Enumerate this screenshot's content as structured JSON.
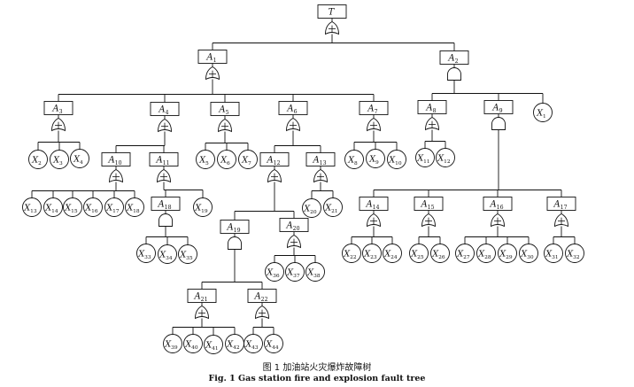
{
  "nodes": [
    {
      "id": "T",
      "shape": "event",
      "base": "T",
      "sub": "",
      "gate": "or"
    },
    {
      "id": "A1",
      "shape": "event",
      "base": "A",
      "sub": "1",
      "gate": "or"
    },
    {
      "id": "A2",
      "shape": "event",
      "base": "A",
      "sub": "2",
      "gate": "and"
    },
    {
      "id": "A3",
      "shape": "event",
      "base": "A",
      "sub": "3",
      "gate": "or"
    },
    {
      "id": "A4",
      "shape": "event",
      "base": "A",
      "sub": "4",
      "gate": "or"
    },
    {
      "id": "A5",
      "shape": "event",
      "base": "A",
      "sub": "5",
      "gate": "or"
    },
    {
      "id": "A6",
      "shape": "event",
      "base": "A",
      "sub": "6",
      "gate": "or"
    },
    {
      "id": "A7",
      "shape": "event",
      "base": "A",
      "sub": "7",
      "gate": "or"
    },
    {
      "id": "A8",
      "shape": "event",
      "base": "A",
      "sub": "8",
      "gate": "or"
    },
    {
      "id": "A9",
      "shape": "event",
      "base": "A",
      "sub": "9",
      "gate": "and"
    },
    {
      "id": "X1",
      "shape": "basic",
      "base": "X",
      "sub": "1",
      "gate": ""
    },
    {
      "id": "X2",
      "shape": "basic",
      "base": "X",
      "sub": "2",
      "gate": ""
    },
    {
      "id": "X3",
      "shape": "basic",
      "base": "X",
      "sub": "3",
      "gate": ""
    },
    {
      "id": "X4",
      "shape": "basic",
      "base": "X",
      "sub": "4",
      "gate": ""
    },
    {
      "id": "A10",
      "shape": "event",
      "base": "A",
      "sub": "10",
      "gate": "or"
    },
    {
      "id": "A11",
      "shape": "event",
      "base": "A",
      "sub": "11",
      "gate": "or"
    },
    {
      "id": "X5",
      "shape": "basic",
      "base": "X",
      "sub": "5",
      "gate": ""
    },
    {
      "id": "X6",
      "shape": "basic",
      "base": "X",
      "sub": "6",
      "gate": ""
    },
    {
      "id": "X7",
      "shape": "basic",
      "base": "X",
      "sub": "7",
      "gate": ""
    },
    {
      "id": "A12",
      "shape": "event",
      "base": "A",
      "sub": "12",
      "gate": "or"
    },
    {
      "id": "A13",
      "shape": "event",
      "base": "A",
      "sub": "13",
      "gate": "or"
    },
    {
      "id": "X8",
      "shape": "basic",
      "base": "X",
      "sub": "8",
      "gate": ""
    },
    {
      "id": "X9",
      "shape": "basic",
      "base": "X",
      "sub": "9",
      "gate": ""
    },
    {
      "id": "X10",
      "shape": "basic",
      "base": "X",
      "sub": "10",
      "gate": ""
    },
    {
      "id": "X11",
      "shape": "basic",
      "base": "X",
      "sub": "11",
      "gate": ""
    },
    {
      "id": "X12",
      "shape": "basic",
      "base": "X",
      "sub": "12",
      "gate": ""
    },
    {
      "id": "A14",
      "shape": "event",
      "base": "A",
      "sub": "14",
      "gate": "or"
    },
    {
      "id": "A15",
      "shape": "event",
      "base": "A",
      "sub": "15",
      "gate": "or"
    },
    {
      "id": "A16",
      "shape": "event",
      "base": "A",
      "sub": "16",
      "gate": "or"
    },
    {
      "id": "A17",
      "shape": "event",
      "base": "A",
      "sub": "17",
      "gate": "or"
    },
    {
      "id": "X13",
      "shape": "basic",
      "base": "X",
      "sub": "13",
      "gate": ""
    },
    {
      "id": "X14",
      "shape": "basic",
      "base": "X",
      "sub": "14",
      "gate": ""
    },
    {
      "id": "X15",
      "shape": "basic",
      "base": "X",
      "sub": "15",
      "gate": ""
    },
    {
      "id": "X16",
      "shape": "basic",
      "base": "X",
      "sub": "16",
      "gate": ""
    },
    {
      "id": "X17",
      "shape": "basic",
      "base": "X",
      "sub": "17",
      "gate": ""
    },
    {
      "id": "X18",
      "shape": "basic",
      "base": "X",
      "sub": "18",
      "gate": ""
    },
    {
      "id": "A18",
      "shape": "event",
      "base": "A",
      "sub": "18",
      "gate": "and"
    },
    {
      "id": "X19",
      "shape": "basic",
      "base": "X",
      "sub": "19",
      "gate": ""
    },
    {
      "id": "A19",
      "shape": "event",
      "base": "A",
      "sub": "19",
      "gate": "and"
    },
    {
      "id": "A20",
      "shape": "event",
      "base": "A",
      "sub": "20",
      "gate": "or"
    },
    {
      "id": "X20",
      "shape": "basic",
      "base": "X",
      "sub": "20",
      "gate": ""
    },
    {
      "id": "X21",
      "shape": "basic",
      "base": "X",
      "sub": "21",
      "gate": ""
    },
    {
      "id": "X22",
      "shape": "basic",
      "base": "X",
      "sub": "22",
      "gate": ""
    },
    {
      "id": "X23",
      "shape": "basic",
      "base": "X",
      "sub": "23",
      "gate": ""
    },
    {
      "id": "X24",
      "shape": "basic",
      "base": "X",
      "sub": "24",
      "gate": ""
    },
    {
      "id": "X25",
      "shape": "basic",
      "base": "X",
      "sub": "25",
      "gate": ""
    },
    {
      "id": "X26",
      "shape": "basic",
      "base": "X",
      "sub": "26",
      "gate": ""
    },
    {
      "id": "X27",
      "shape": "basic",
      "base": "X",
      "sub": "27",
      "gate": ""
    },
    {
      "id": "X28",
      "shape": "basic",
      "base": "X",
      "sub": "28",
      "gate": ""
    },
    {
      "id": "X29",
      "shape": "basic",
      "base": "X",
      "sub": "29",
      "gate": ""
    },
    {
      "id": "X30",
      "shape": "basic",
      "base": "X",
      "sub": "30",
      "gate": ""
    },
    {
      "id": "X31",
      "shape": "basic",
      "base": "X",
      "sub": "31",
      "gate": ""
    },
    {
      "id": "X32",
      "shape": "basic",
      "base": "X",
      "sub": "32",
      "gate": ""
    },
    {
      "id": "X33",
      "shape": "basic",
      "base": "X",
      "sub": "33",
      "gate": ""
    },
    {
      "id": "X34",
      "shape": "basic",
      "base": "X",
      "sub": "34",
      "gate": ""
    },
    {
      "id": "X35",
      "shape": "basic",
      "base": "X",
      "sub": "35",
      "gate": ""
    },
    {
      "id": "A21",
      "shape": "event",
      "base": "A",
      "sub": "21",
      "gate": "or"
    },
    {
      "id": "A22",
      "shape": "event",
      "base": "A",
      "sub": "22",
      "gate": "or"
    },
    {
      "id": "X36",
      "shape": "basic",
      "base": "X",
      "sub": "36",
      "gate": ""
    },
    {
      "id": "X37",
      "shape": "basic",
      "base": "X",
      "sub": "37",
      "gate": ""
    },
    {
      "id": "X38",
      "shape": "basic",
      "base": "X",
      "sub": "38",
      "gate": ""
    },
    {
      "id": "X39",
      "shape": "basic",
      "base": "X",
      "sub": "39",
      "gate": ""
    },
    {
      "id": "X40",
      "shape": "basic",
      "base": "X",
      "sub": "40",
      "gate": ""
    },
    {
      "id": "X41",
      "shape": "basic",
      "base": "X",
      "sub": "41",
      "gate": ""
    },
    {
      "id": "X42",
      "shape": "basic",
      "base": "X",
      "sub": "42",
      "gate": ""
    },
    {
      "id": "X43",
      "shape": "basic",
      "base": "X",
      "sub": "43",
      "gate": ""
    },
    {
      "id": "X44",
      "shape": "basic",
      "base": "X",
      "sub": "44",
      "gate": ""
    }
  ],
  "edges": [
    [
      "T",
      "A1"
    ],
    [
      "T",
      "A2"
    ],
    [
      "A1",
      "A3"
    ],
    [
      "A1",
      "A4"
    ],
    [
      "A1",
      "A5"
    ],
    [
      "A1",
      "A6"
    ],
    [
      "A1",
      "A7"
    ],
    [
      "A2",
      "A8"
    ],
    [
      "A2",
      "A9"
    ],
    [
      "A2",
      "X1"
    ],
    [
      "A3",
      "X2"
    ],
    [
      "A3",
      "X3"
    ],
    [
      "A3",
      "X4"
    ],
    [
      "A4",
      "A10"
    ],
    [
      "A4",
      "A11"
    ],
    [
      "A5",
      "X5"
    ],
    [
      "A5",
      "X6"
    ],
    [
      "A5",
      "X7"
    ],
    [
      "A6",
      "A12"
    ],
    [
      "A6",
      "A13"
    ],
    [
      "A7",
      "X8"
    ],
    [
      "A7",
      "X9"
    ],
    [
      "A7",
      "X10"
    ],
    [
      "A8",
      "X11"
    ],
    [
      "A8",
      "X12"
    ],
    [
      "A9",
      "A14"
    ],
    [
      "A9",
      "A15"
    ],
    [
      "A9",
      "A16"
    ],
    [
      "A9",
      "A17"
    ],
    [
      "A10",
      "X13"
    ],
    [
      "A10",
      "X14"
    ],
    [
      "A10",
      "X15"
    ],
    [
      "A10",
      "X16"
    ],
    [
      "A10",
      "X17"
    ],
    [
      "A10",
      "X18"
    ],
    [
      "A11",
      "A18"
    ],
    [
      "A11",
      "X19"
    ],
    [
      "A12",
      "A19"
    ],
    [
      "A12",
      "A20"
    ],
    [
      "A13",
      "X20"
    ],
    [
      "A13",
      "X21"
    ],
    [
      "A14",
      "X22"
    ],
    [
      "A14",
      "X23"
    ],
    [
      "A14",
      "X24"
    ],
    [
      "A15",
      "X25"
    ],
    [
      "A15",
      "X26"
    ],
    [
      "A16",
      "X27"
    ],
    [
      "A16",
      "X28"
    ],
    [
      "A16",
      "X29"
    ],
    [
      "A16",
      "X30"
    ],
    [
      "A17",
      "X31"
    ],
    [
      "A17",
      "X32"
    ],
    [
      "A18",
      "X33"
    ],
    [
      "A18",
      "X34"
    ],
    [
      "A18",
      "X35"
    ],
    [
      "A19",
      "A21"
    ],
    [
      "A19",
      "A22"
    ],
    [
      "A20",
      "X36"
    ],
    [
      "A20",
      "X37"
    ],
    [
      "A20",
      "X38"
    ],
    [
      "A21",
      "X39"
    ],
    [
      "A21",
      "X40"
    ],
    [
      "A21",
      "X41"
    ],
    [
      "A21",
      "X42"
    ],
    [
      "A22",
      "X43"
    ],
    [
      "A22",
      "X44"
    ]
  ],
  "caption": {
    "cn": "图 1    加油站火灾爆炸故障树",
    "en": "Fig. 1    Gas station fire and explosion fault tree"
  }
}
